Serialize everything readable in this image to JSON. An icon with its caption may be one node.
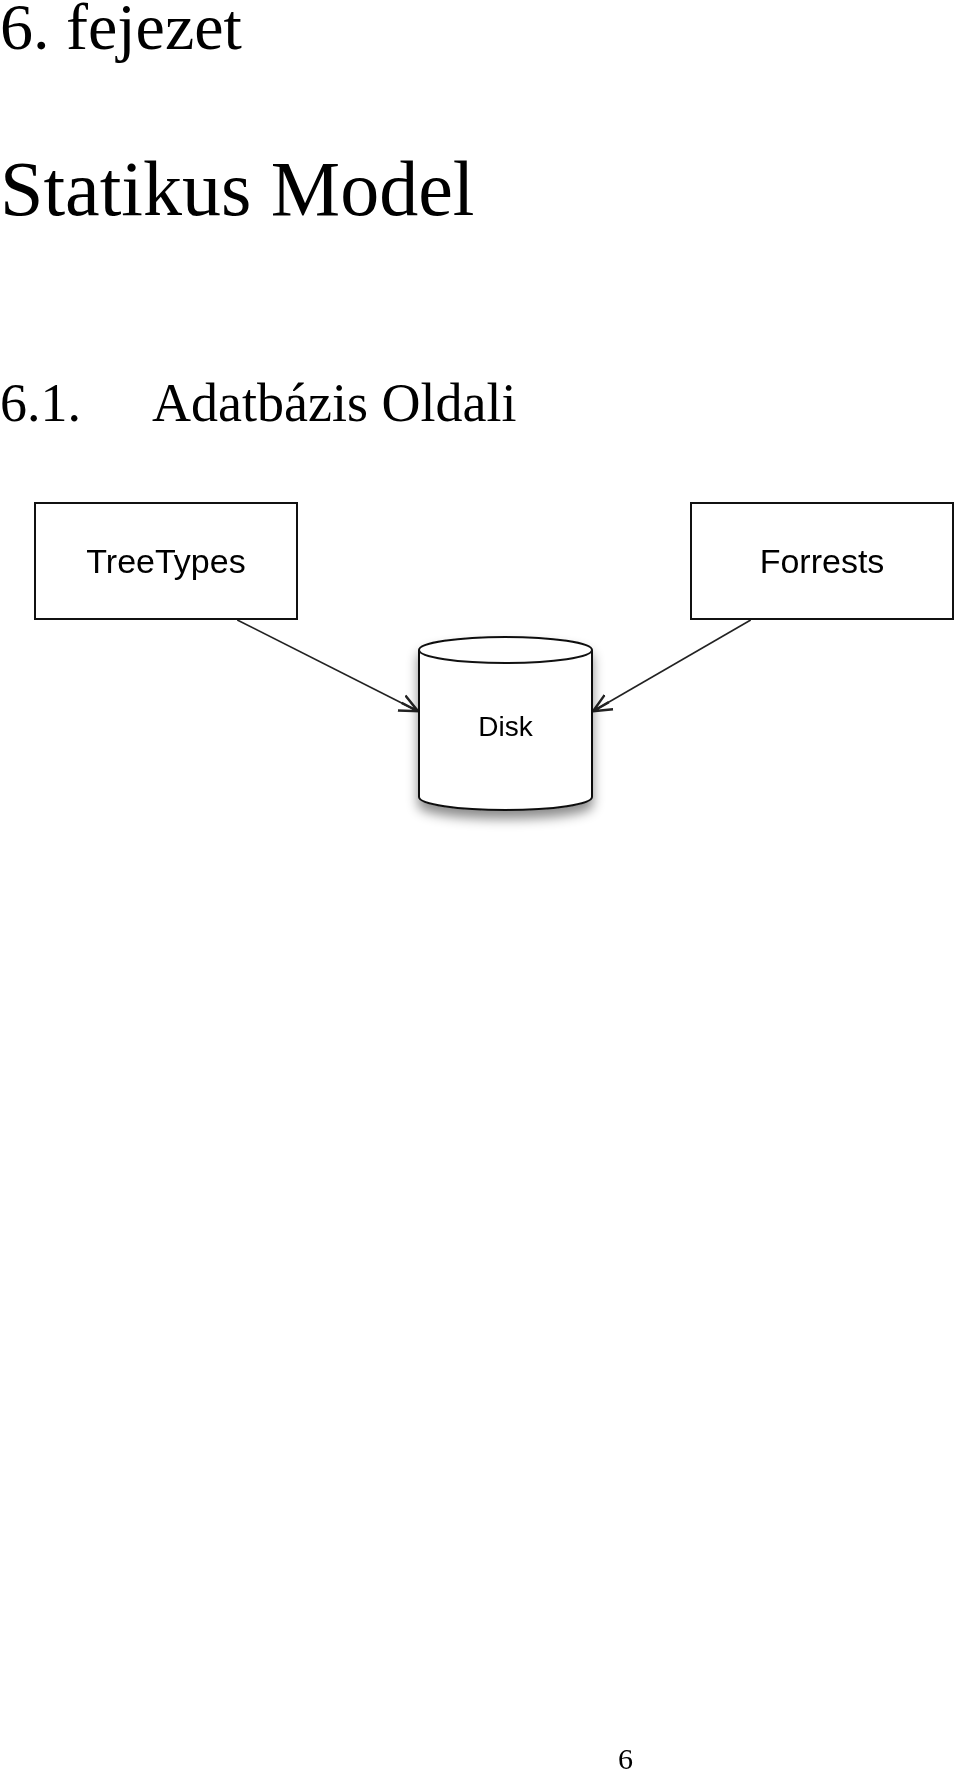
{
  "diagram": {
    "nodes": [
      {
        "text": [
          "TreeTypes"
        ]
      },
      {
        "text": [
          "Forrests"
        ]
      },
      {
        "text": [
          "Disk"
        ]
      }
    ],
    "edges": [
      {
        "from": 0,
        "to": 2,
        "arrow": "to"
      },
      {
        "from": 1,
        "to": 2,
        "arrow": "to"
      }
    ],
    "labels": [
      "6. fejezet",
      "Statikus Model",
      "6.1.",
      "Adatbázis Oldali",
      "6"
    ]
  }
}
